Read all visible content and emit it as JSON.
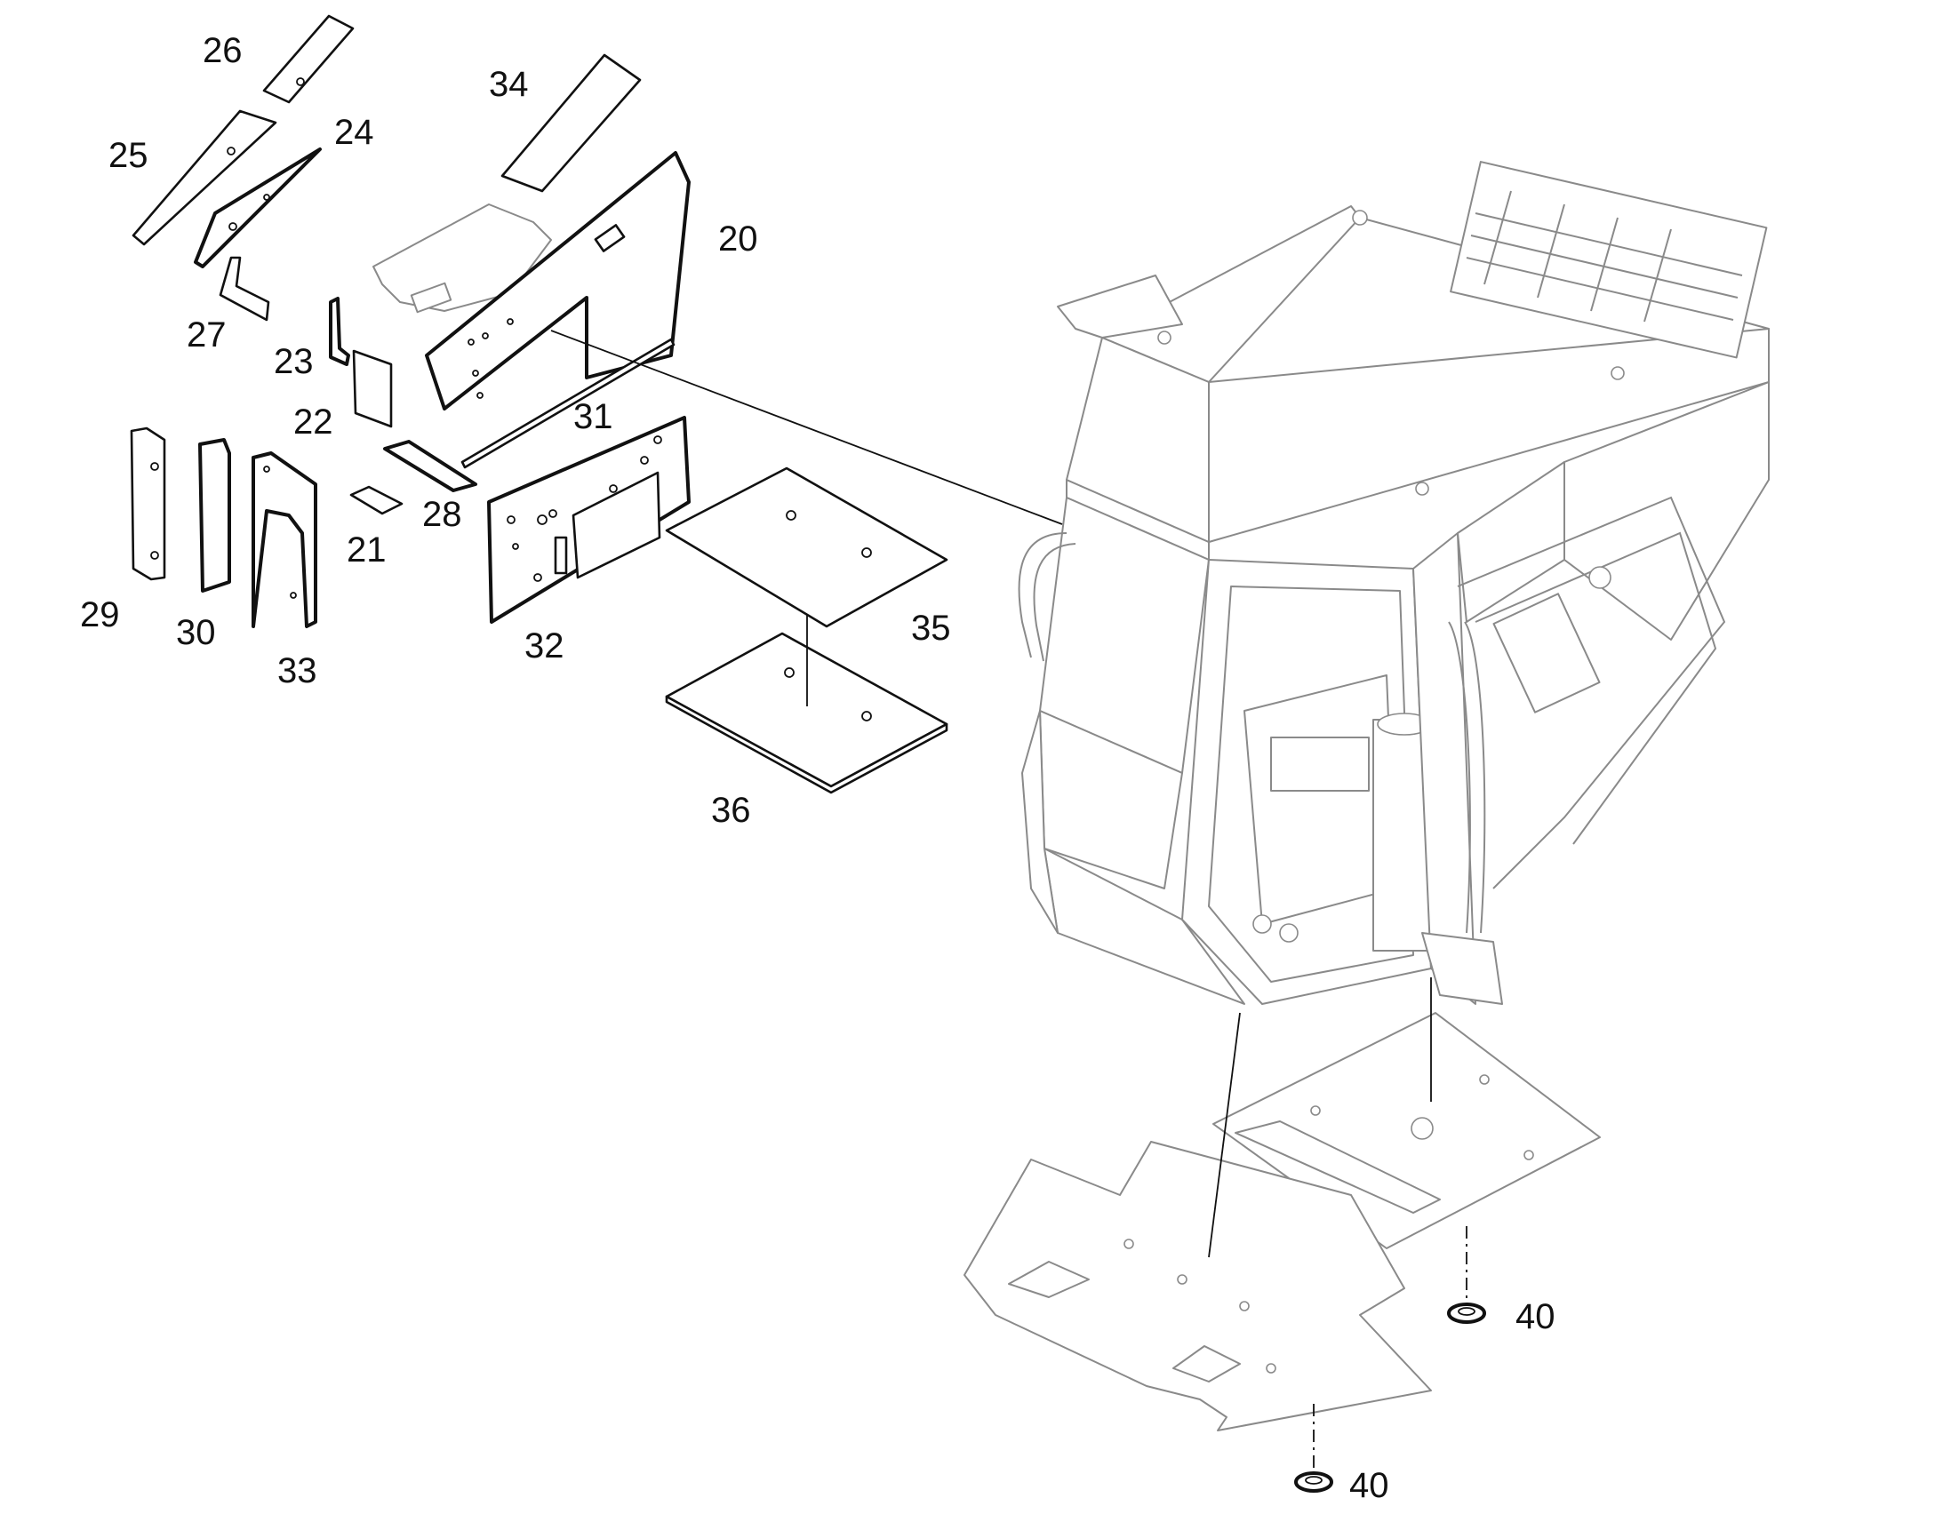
{
  "callouts": {
    "c20": "20",
    "c21": "21",
    "c22": "22",
    "c23": "23",
    "c24": "24",
    "c25": "25",
    "c26": "26",
    "c27": "27",
    "c28": "28",
    "c29": "29",
    "c30": "30",
    "c31": "31",
    "c32": "32",
    "c33": "33",
    "c34": "34",
    "c35": "35",
    "c36": "36",
    "c40a": "40",
    "c40b": "40"
  }
}
